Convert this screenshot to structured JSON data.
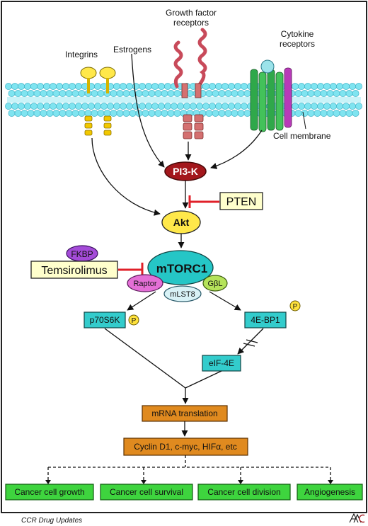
{
  "labels": {
    "integrins": "Integrins",
    "estrogens": "Estrogens",
    "growth_factor_line1": "Growth factor",
    "growth_factor_line2": "receptors",
    "cytokine_line1": "Cytokine",
    "cytokine_line2": "receptors",
    "cell_membrane": "Cell membrane"
  },
  "nodes": {
    "pi3k": "PI3-K",
    "pten": "PTEN",
    "akt": "Akt",
    "fkbp": "FKBP",
    "temsirolimus": "Temsirolimus",
    "mtorc1": "mTORC1",
    "raptor": "Raptor",
    "gbl": "GβL",
    "mlst8": "mLST8",
    "p70s6k": "p70S6K",
    "phospho": "P",
    "eif4ebp1": "4E-BP1",
    "eif4e": "eIF-4E",
    "mrna": "mRNA translation",
    "cyclin": "Cyclin D1, c-myc, HIFα, etc"
  },
  "outcomes": [
    "Cancer cell growth",
    "Cancer cell survival",
    "Cancer cell division",
    "Angiogenesis"
  ],
  "footer": {
    "left": "CCR Drug Updates",
    "logo": "AACR"
  },
  "colors": {
    "border": "#222222",
    "membrane_fill": "#7fe4f0",
    "membrane_stroke": "#3aaec4",
    "pi3k": "#a3171c",
    "akt": "#ffe84a",
    "mtorc1": "#25c6c6",
    "box_teal": "#33cccc",
    "box_orange": "#e08a1f",
    "box_green": "#3ed43e",
    "pten_fill": "#ffffcc",
    "inhibit": "#e0202a",
    "fkbp": "#a44bd8",
    "raptor": "#e46fd6",
    "gbl": "#b5e35a",
    "mlst8": "#d8f2f6",
    "phospho": "#ffe23c"
  }
}
